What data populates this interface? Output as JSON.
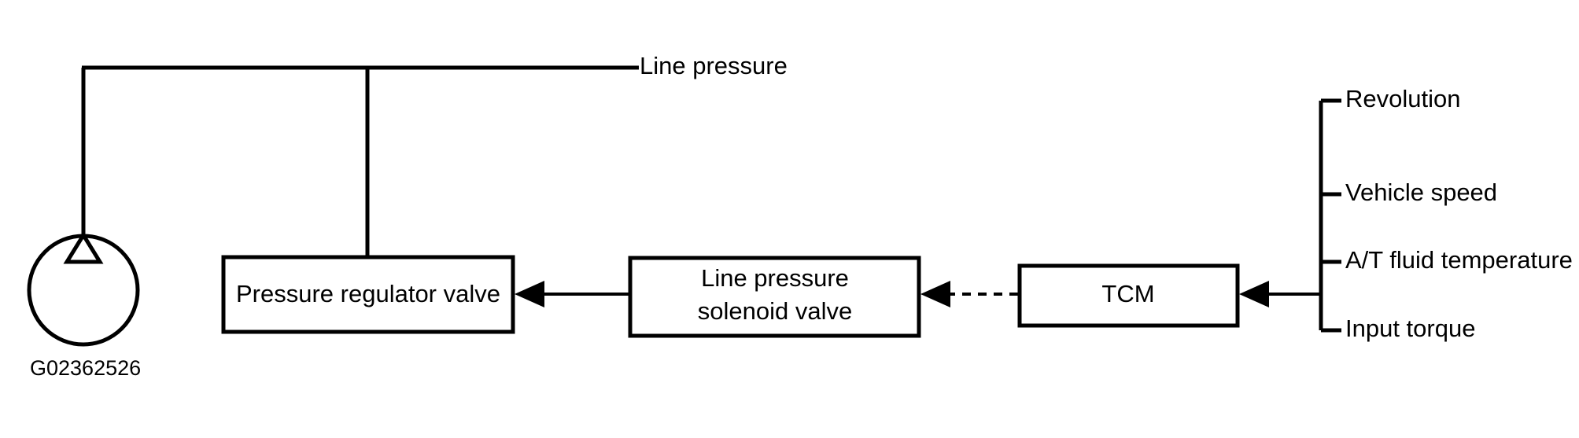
{
  "diagram": {
    "caption": "G02362526",
    "nodes": {
      "reservoir": {
        "name": "oil-pan-reservoir",
        "label": ""
      },
      "regulator": {
        "label": "Pressure regulator valve"
      },
      "solenoid": {
        "label_line1": "Line pressure",
        "label_line2": "solenoid valve"
      },
      "tcm": {
        "label": "TCM"
      }
    },
    "flow_label": "Line pressure",
    "inputs": [
      {
        "label": "Revolution"
      },
      {
        "label": "Vehicle speed"
      },
      {
        "label": "A/T fluid temperature"
      },
      {
        "label": "Input torque"
      }
    ],
    "colors": {
      "stroke": "#000000",
      "background": "#ffffff",
      "text": "#000000"
    }
  }
}
